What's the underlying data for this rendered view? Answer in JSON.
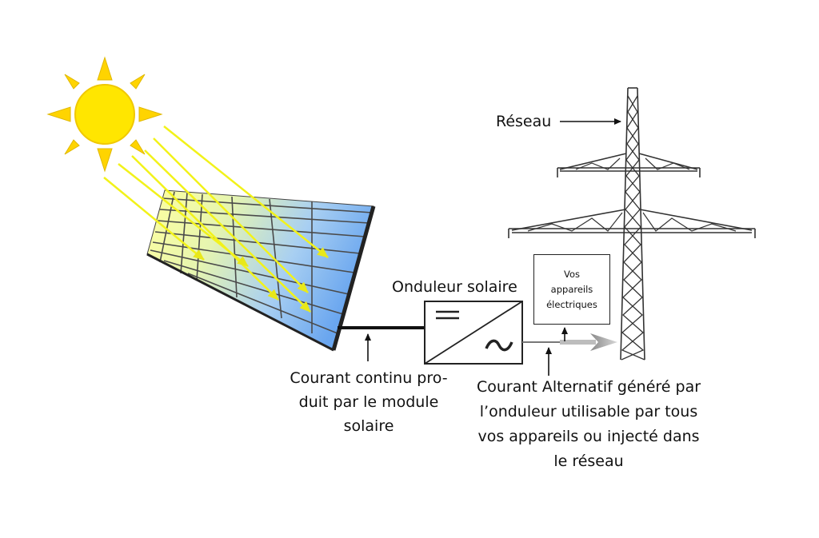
{
  "labels": {
    "grid": "Réseau",
    "inverter": "Onduleur solaire",
    "dc_current": [
      "Courant continu pro-",
      "duit par le module",
      "solaire"
    ],
    "ac_current": [
      "Courant Alternatif généré par",
      "l’onduleur utilisable par tous",
      "vos appareils ou injecté dans",
      "le réseau"
    ],
    "appliances": [
      "Vos",
      "appareils",
      "électriques"
    ]
  },
  "colors": {
    "sun": "#ffe600",
    "sun_rays": "#ffd400",
    "light_beams": "#f2f21a",
    "panel_light": "#ffff9e",
    "panel_dark": "#6aa6ef",
    "line": "#111111"
  }
}
